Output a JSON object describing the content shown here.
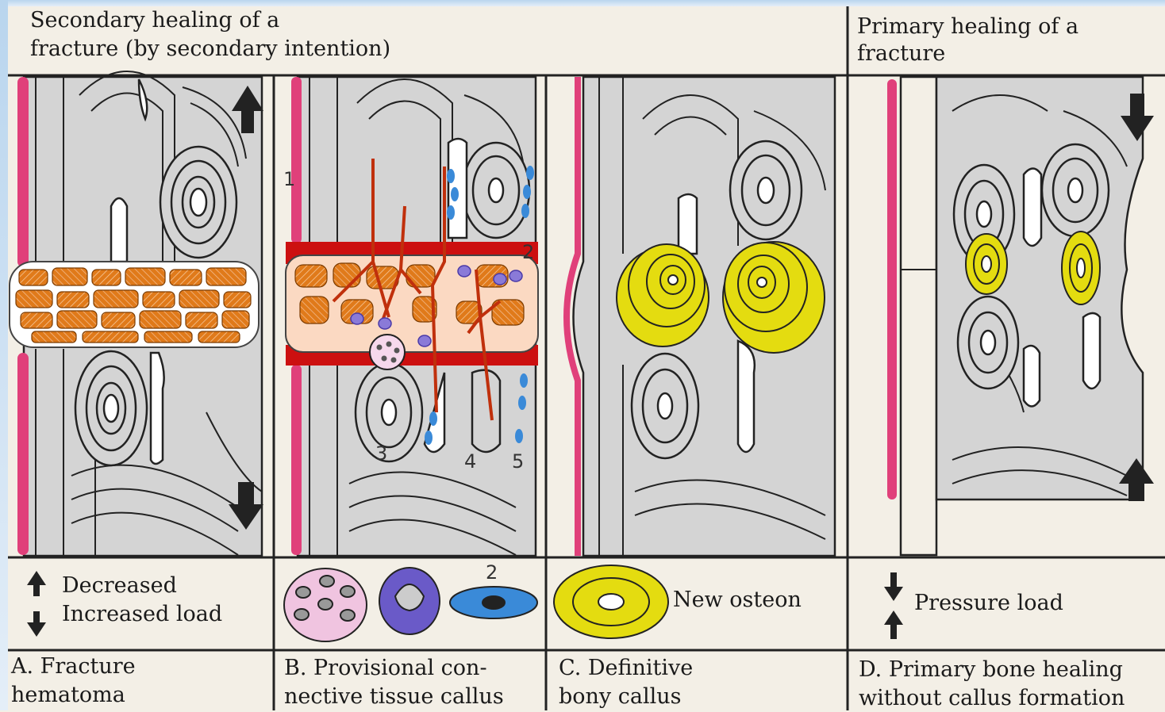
{
  "headers": {
    "secondary": [
      "Secondary healing of a",
      "fracture (by secondary intention)"
    ],
    "primary": [
      "Primary healing of a",
      "fracture"
    ]
  },
  "legend": {
    "decreased": "Decreased",
    "increased": "Increased load",
    "new_osteon": "New osteon",
    "pressure_load": "Pressure load",
    "cell_number": "2"
  },
  "panels": {
    "a": [
      "A. Fracture",
      "hematoma"
    ],
    "b": [
      "B. Provisional con-",
      "nective tissue callus"
    ],
    "c": [
      "C. Definitive",
      "bony callus"
    ],
    "d": [
      "D. Primary bone healing",
      "without callus formation"
    ]
  },
  "markers": [
    "1",
    "2",
    "3",
    "4",
    "5"
  ],
  "colors": {
    "bone": "#d4d4d4",
    "periosteum": "#e0407a",
    "hematoma": "#e07a1a",
    "hematoma_bg": "#fbd9c2",
    "vessel": "#cc1010",
    "osteon_yellow": "#e4dc10",
    "cell_blue": "#3a8ad8",
    "cell_purple": "#6a5ac8",
    "cell_pink": "#f0c4e0"
  },
  "icons": [
    "arrow-up-icon",
    "arrow-down-icon"
  ]
}
